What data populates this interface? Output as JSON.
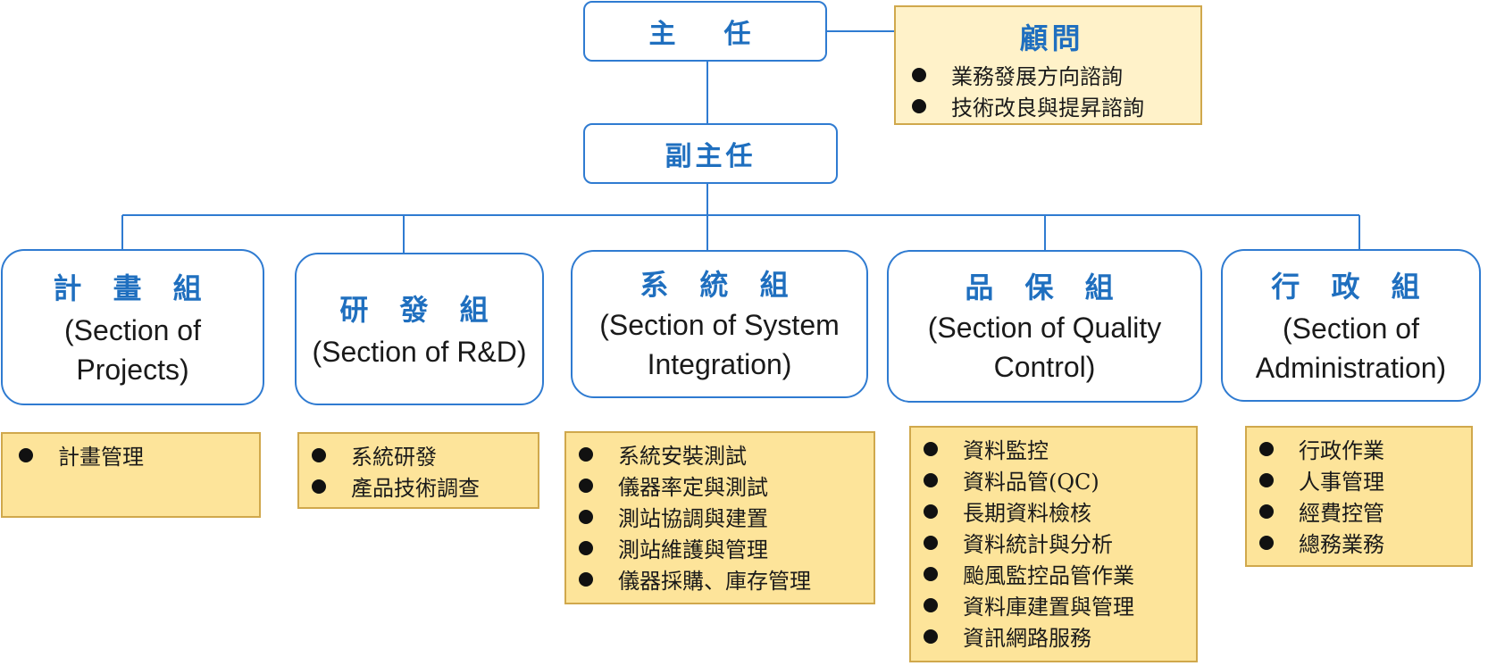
{
  "director": {
    "title": "主　任"
  },
  "advisor": {
    "title": "顧問",
    "items": [
      "業務發展方向諮詢",
      "技術改良與提昇諮詢"
    ]
  },
  "deputy": {
    "title": "副主任"
  },
  "sections": [
    {
      "zh": "計 畫 組",
      "en": [
        "(Section of",
        "Projects)"
      ],
      "duties": [
        "計畫管理"
      ]
    },
    {
      "zh": "研 發 組",
      "en": [
        "(Section of R&D)"
      ],
      "duties": [
        "系統研發",
        "產品技術調查"
      ]
    },
    {
      "zh": "系 統 組",
      "en": [
        "(Section of System",
        "Integration)"
      ],
      "duties": [
        "系統安裝測試",
        "儀器率定與測試",
        "測站協調與建置",
        "測站維護與管理",
        "儀器採購、庫存管理"
      ]
    },
    {
      "zh": "品 保 組",
      "en": [
        "(Section of Quality",
        "Control)"
      ],
      "duties": [
        "資料監控",
        "資料品管(QC)",
        "長期資料檢核",
        "資料統計與分析",
        "颱風監控品管作業",
        "資料庫建置與管理",
        "資訊網路服務"
      ]
    },
    {
      "zh": "行 政 組",
      "en": [
        "(Section of",
        "Administration)"
      ],
      "duties": [
        "行政作業",
        "人事管理",
        "經費控管",
        "總務業務"
      ]
    }
  ],
  "colors": {
    "box_border": "#2f7bd1",
    "title_text": "#1f6fbf",
    "duty_fill": "#fde49a",
    "duty_border": "#d0a84c",
    "advisor_fill": "#fff2c9"
  }
}
